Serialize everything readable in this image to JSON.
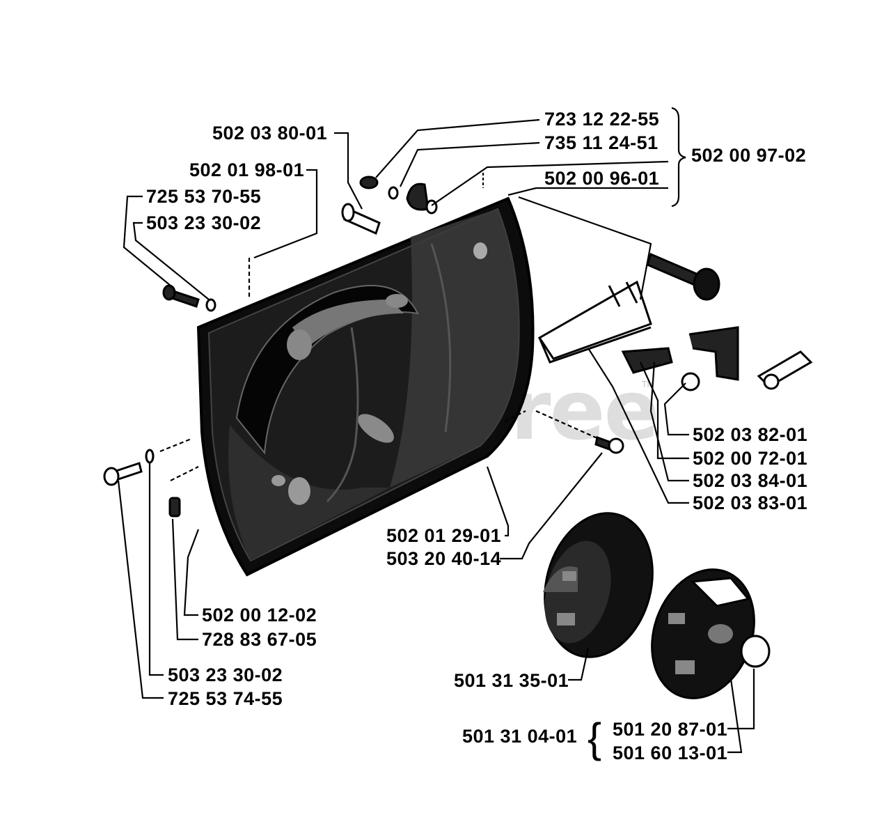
{
  "diagram": {
    "watermark": "PartsTree",
    "watermark_mark": "TM",
    "part_numbers": {
      "p01": "723 12 22-55",
      "p02": "735 11 24-51",
      "p03": "502 00 97-02",
      "p04": "502 00 96-01",
      "p05": "502 03 80-01",
      "p06": "502 01 98-01",
      "p07": "725 53 70-55",
      "p08": "503 23 30-02",
      "p09": "502 03 82-01",
      "p10": "502 00 72-01",
      "p11": "502 03 84-01",
      "p12": "502 03 83-01",
      "p13": "502 01 29-01",
      "p14": "503 20 40-14",
      "p15": "502 00 12-02",
      "p16": "728 83 67-05",
      "p17": "503 23 30-02",
      "p18": "725 53 74-55",
      "p19": "501 31 35-01",
      "p20": "501 31 04-01",
      "p21": "501 20 87-01",
      "p22": "501 60 13-01"
    },
    "brace_left": "{"
  }
}
